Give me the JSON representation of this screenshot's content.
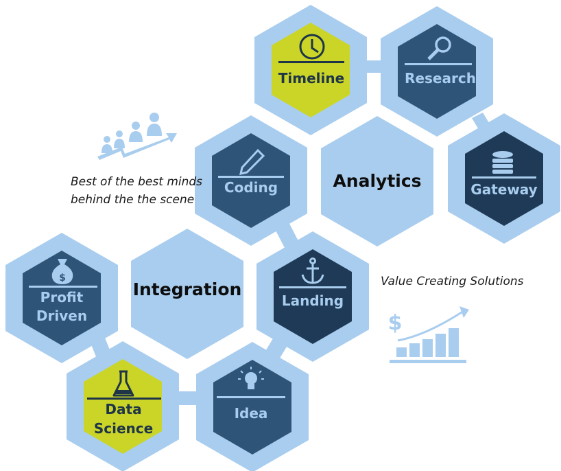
{
  "nodes": {
    "timeline": "Timeline",
    "research": "Research",
    "coding": "Coding",
    "analytics": "Analytics",
    "gateway": "Gateway",
    "integration": "Integration",
    "landing": "Landing",
    "profit_line1": "Profit",
    "profit_line2": "Driven",
    "idea": "Idea",
    "ds_line1": "Data",
    "ds_line2": "Science"
  },
  "captions": {
    "minds_line1": "Best of the best minds",
    "minds_line2": "behind the the scene",
    "value": "Value Creating Solutions"
  },
  "colors": {
    "frame": "#a9cdee",
    "navy_dark": "#1f3a57",
    "navy_mid": "#2e5478",
    "accent": "#cad528",
    "label_light": "#a9cdee",
    "label_dark": "#1e3448",
    "icon_blue": "#a9cdee"
  },
  "icons": [
    "clock-icon",
    "magnifier-icon",
    "pencil-icon",
    "database-icon",
    "anchor-icon",
    "money-bag-icon",
    "light-bulb-icon",
    "flask-icon",
    "team-growth-icon",
    "growth-chart-icon"
  ]
}
